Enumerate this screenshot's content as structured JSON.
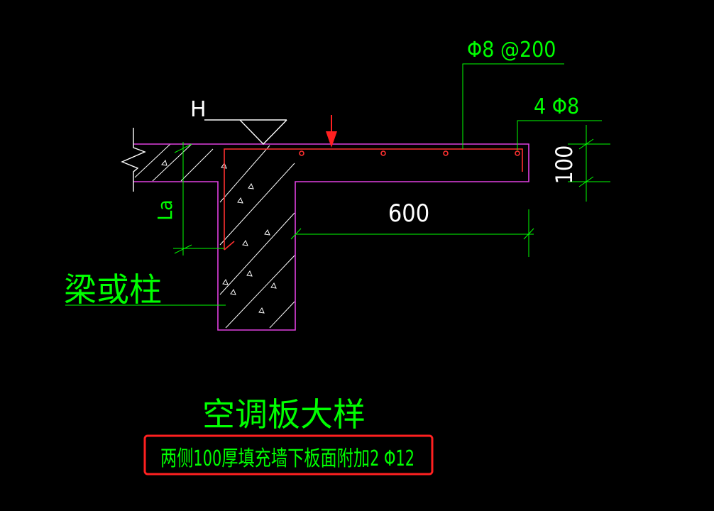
{
  "labels": {
    "rebar_dist": "Φ8 @200",
    "rebar_main": "4 Φ8",
    "slab_thickness": "100",
    "cantilever_length": "600",
    "anchorage": "La",
    "level_mark": "H",
    "beam_or_column": "梁或柱",
    "detail_title": "空调板大样",
    "note": "两侧100厚填充墙下板面附加2 Φ12"
  },
  "colors": {
    "background": "#000000",
    "outline": "#e040e0",
    "dimension": "#00ff00",
    "rebar": "#ff3030",
    "hatch": "#ffffff",
    "arrow": "#ff2020",
    "note_box": "#ff2020"
  }
}
